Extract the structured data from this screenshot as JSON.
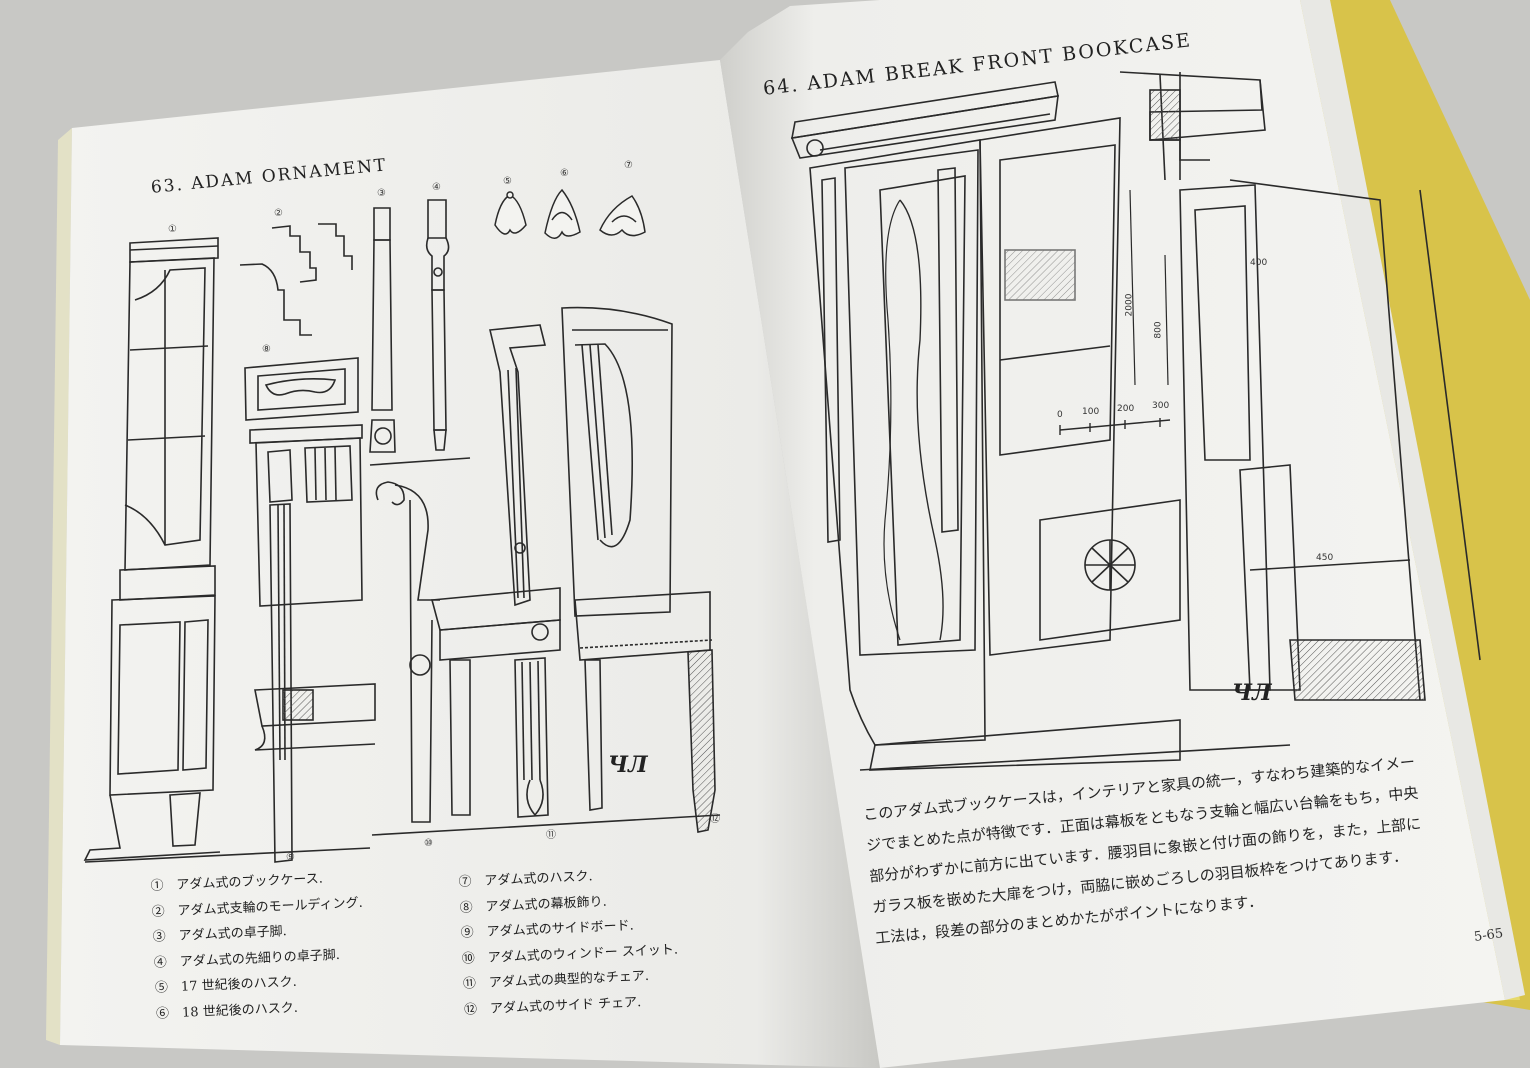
{
  "left_page": {
    "title": "63. ADAM ORNAMENT",
    "figure_numbers": [
      "①",
      "②",
      "③",
      "④",
      "⑤",
      "⑥",
      "⑦",
      "⑧",
      "⑨",
      "⑩",
      "⑪",
      "⑫"
    ],
    "monogram": "ЧЛ",
    "captions_left": [
      "①　アダム式のブックケース.",
      "②　アダム式支輪のモールディング.",
      "③　アダム式の卓子脚.",
      "④　アダム式の先細りの卓子脚.",
      "⑤　17 世紀後のハスク.",
      "⑥　18 世紀後のハスク."
    ],
    "captions_right": [
      "⑦　アダム式のハスク.",
      "⑧　アダム式の幕板飾り.",
      "⑨　アダム式のサイドボード.",
      "⑩　アダム式のウィンドー スイット.",
      "⑪　アダム式の典型的なチェア.",
      "⑫　アダム式のサイド チェア."
    ]
  },
  "right_page": {
    "title": "64. ADAM BREAK FRONT BOOKCASE",
    "scale_labels": [
      "0",
      "100",
      "200",
      "300"
    ],
    "dimensions": [
      "2000",
      "800",
      "400",
      "450"
    ],
    "monogram": "ЧЛ",
    "body_lines": [
      "このアダム式ブックケースは，インテリアと家具の統一，すなわち建築的なイメー",
      "ジでまとめた点が特徴です．正面は幕板をともなう支輪と幅広い台輪をもち，中央",
      "部分がわずかに前方に出ています．腰羽目に象嵌と付け面の飾りを，また，上部に",
      "ガラス板を嵌めた大扉をつけ，両脇に嵌めごろしの羽目板枠をつけてあります．",
      "工法は，段差の部分のまとめかたがポイントになります．"
    ],
    "page_number": "5-65"
  },
  "colors": {
    "page": "#f2f2ef",
    "shadow": "#d8d8d4",
    "ink": "#2a2a2a",
    "cover": "#d9c64a",
    "cloth": "#c9c9c6"
  }
}
